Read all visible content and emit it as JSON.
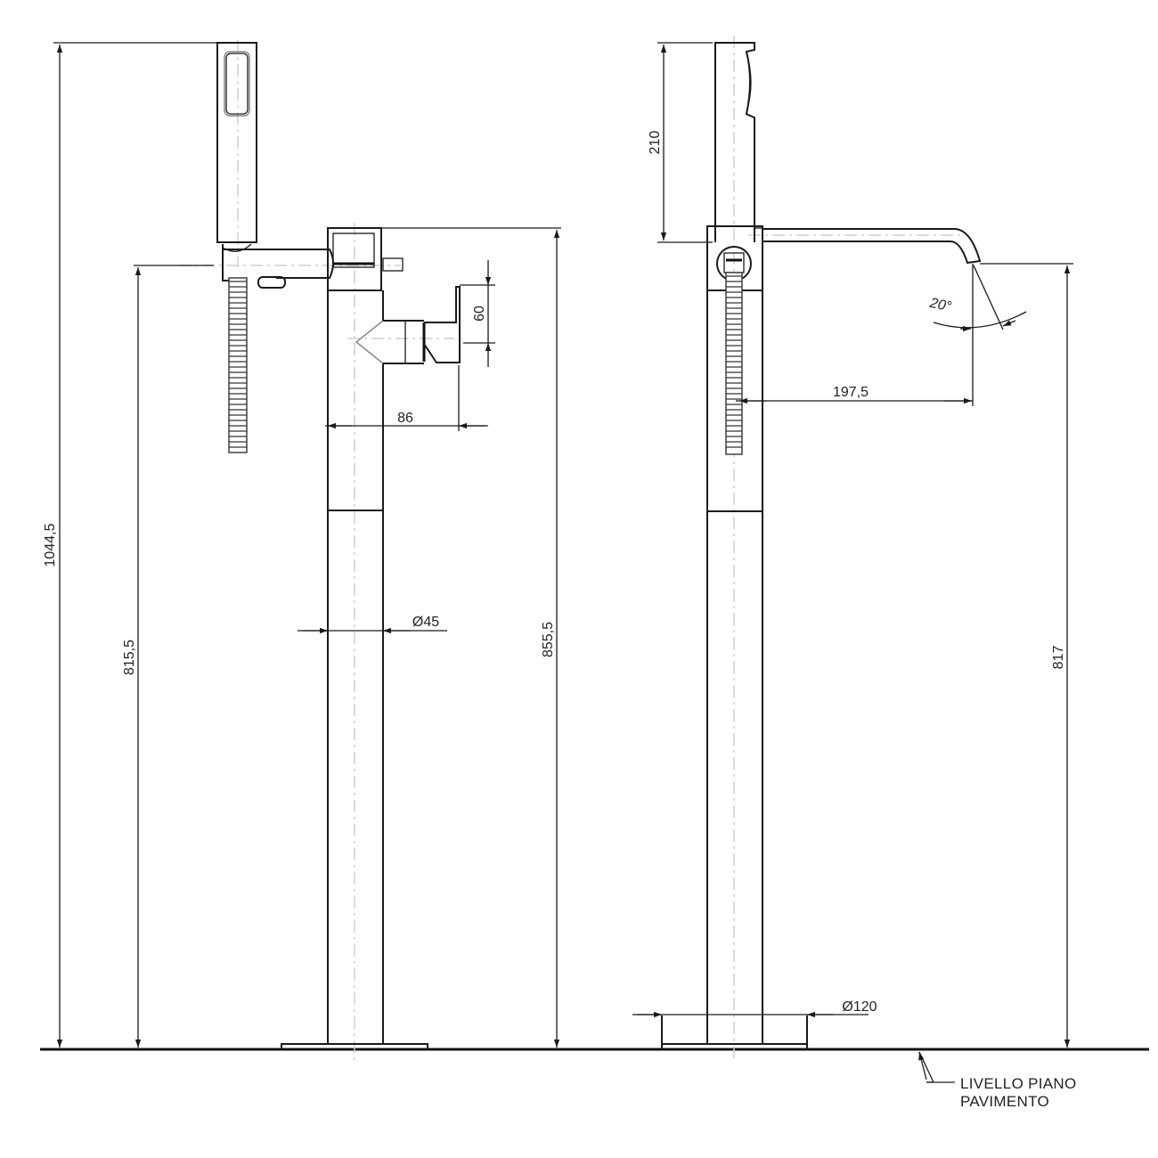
{
  "drawing": {
    "title": "Floor-standing bath mixer with hand shower — dimensional drawing",
    "views": [
      "front-view",
      "side-view"
    ],
    "units": "mm",
    "colors": {
      "line": "#1a1a1a",
      "centerline": "#cfcfcf",
      "text": "#222222",
      "background": "#ffffff"
    }
  },
  "dimensions": {
    "front": {
      "overall_height": "1044,5",
      "hose_outlet_height": "815,5",
      "body_height": "855,5",
      "handle_projection": "86",
      "handle_height": "60",
      "column_diameter": "Ø45"
    },
    "side": {
      "hand_shower_length": "210",
      "spout_reach": "197,5",
      "spout_angle": "20°",
      "spout_outlet_height": "817",
      "base_diameter": "Ø120"
    }
  },
  "annotations": {
    "floor_label_line1": "LIVELLO PIANO",
    "floor_label_line2": "PAVIMENTO"
  }
}
